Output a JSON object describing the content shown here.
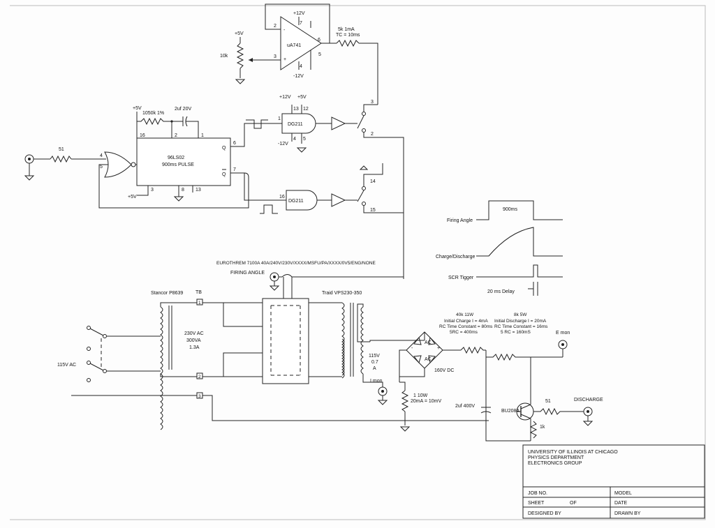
{
  "labels": {
    "opamp_part": "uA741",
    "opamp_vplus": "+12V",
    "opamp_vminus": "-12V",
    "opamp_pin2": "2",
    "opamp_pin3": "3",
    "opamp_pin4": "4",
    "opamp_pin5": "5",
    "opamp_pin6": "6",
    "opamp_pin7": "7",
    "opamp_minus": "-",
    "opamp_plus": "+",
    "pot_supply": "+5V",
    "pot_value": "10k",
    "r5k_label": "5k 1mA",
    "r5k_tc": "TC = 10ms",
    "sw1_pin3": "3",
    "sw1_pin2": "2",
    "sw2_pin14": "14",
    "sw2_pin15": "15",
    "oneshot_part": "96LS02",
    "oneshot_desc": "900ms PULSE",
    "oneshot_vcc": "+5V",
    "oneshot_res": "1050k 1%",
    "oneshot_cap": "2uf 20V",
    "os_pin16": "16",
    "os_pin2": "2",
    "os_pin1": "1",
    "os_pin3": "3",
    "os_pin8": "8",
    "os_pin13": "13",
    "os_pin6": "6",
    "os_pin7": "7",
    "os_q": "Q",
    "os_qbar": "Q",
    "os_bottom_supply": "+5V",
    "or_pin4": "4",
    "or_pin5": "5",
    "input_res": "51",
    "dg1_part": "DG211",
    "dg1_v12": "+12V",
    "dg1_v5": "+5V",
    "dg1_vneg": "-12V",
    "dg1_pin13": "13",
    "dg1_pin12": "12",
    "dg1_pin1": "1",
    "dg1_pin4": "4",
    "dg1_pin5": "5",
    "dg2_part": "DG211",
    "dg2_pin16": "16",
    "eurotherm": "EUROTHREM 7100A 40A/240V/230V/XXXX/MSFU/PA/XXXX/0V5/ENG/NONE",
    "firing_angle_in": "FIRING ANGLE",
    "stancor": "Stancor P8639",
    "tb": "TB",
    "tb1": "1",
    "tb2": "2",
    "tb3": "3",
    "xfmr1_rating1": "230V AC",
    "xfmr1_rating2": "300VA",
    "xfmr1_rating3": "1.3A",
    "line_in": "115V AC",
    "traid": "Traid VPS230-350",
    "xfmr2_v": "115V",
    "xfmr2_i1": "0.7",
    "xfmr2_i2": "A",
    "r40k_1": "40k 11W",
    "r40k_2": "Initial Charge I = 4mA",
    "r40k_3": "RC Time Constant = 80ms",
    "r40k_4": "5RC = 400ms",
    "r8k_1": "8k 5W",
    "r8k_2": "Initial Discharge I = 20mA",
    "r8k_3": "RC Time Constant = 16ms",
    "r8k_4": "5 RC = 160mS",
    "bridge_ac1": "AC",
    "bridge_ac2": "AC",
    "bridge_plus": "+",
    "bridge_minus": "-",
    "dc_out": "160V DC",
    "e_mon": "E mon",
    "i_mon": "I mon",
    "shunt_1": "1 10W",
    "shunt_2": "20mA = 10mV",
    "cap_main": "2uf 400V",
    "transistor": "BU208A",
    "r51_out": "51",
    "r1k": "1k",
    "discharge": "DISCHARGE",
    "timing_firing": "Firing Angle",
    "timing_900": "900ms",
    "timing_charge": "Charge/Discharge",
    "timing_scr": "SCR Tigger",
    "timing_delay": "20 ms Delay"
  },
  "title_block": {
    "org1": "UNIVERSITY OF ILLINOIS AT CHICAGO",
    "org2": "PHYSICS DEPARTMENT",
    "org3": "ELECTRONICS GROUP",
    "job_no": "JOB NO.",
    "model": "MODEL",
    "sheet": "SHEET",
    "of": "OF",
    "date": "DATE",
    "designed_by": "DESIGNED BY",
    "drawn_by": "DRAWN BY"
  }
}
